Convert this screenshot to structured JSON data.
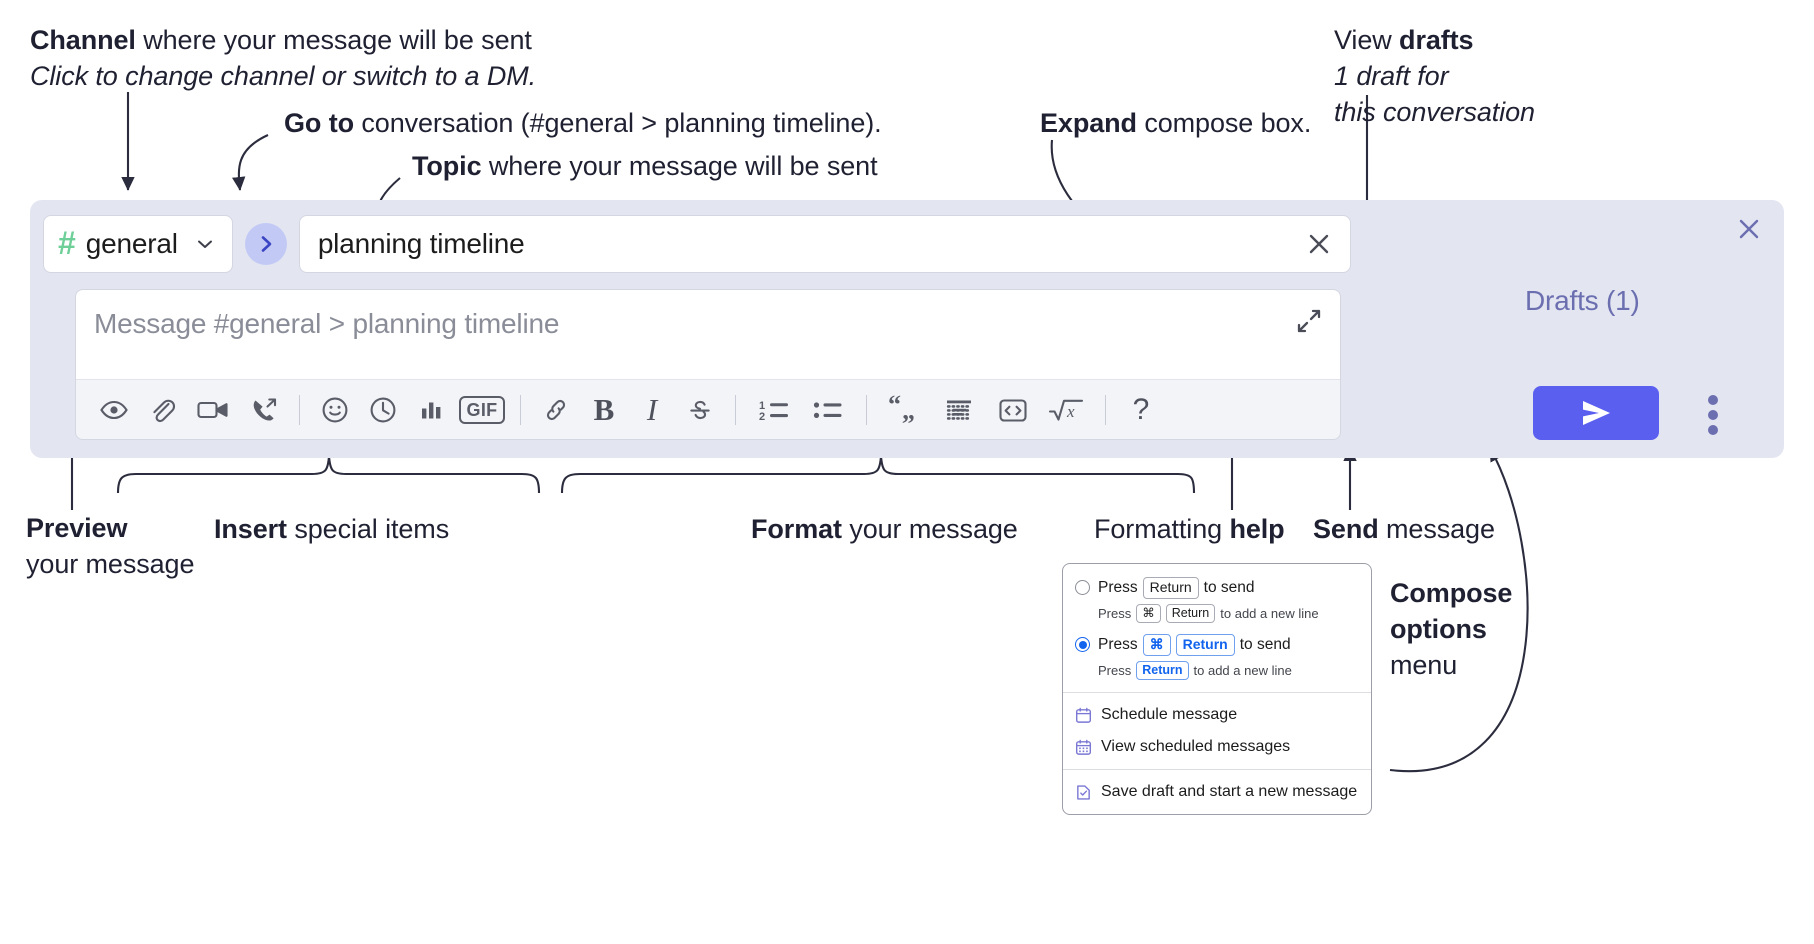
{
  "annotations": {
    "channel": {
      "bold": "Channel",
      "rest": " where your message will be sent",
      "italic": "Click to change channel or switch to a DM."
    },
    "goto": {
      "bold": "Go to",
      "rest": " conversation (#general > planning timeline)."
    },
    "topic": {
      "bold": "Topic",
      "rest": " where your message will be sent"
    },
    "expand": {
      "bold": "Expand",
      "rest": " compose box."
    },
    "drafts": {
      "lead": "View ",
      "bold": "drafts",
      "italic1": "1 draft for",
      "italic2": "this conversation"
    },
    "preview": {
      "bold": "Preview",
      "line2": "your message"
    },
    "insert": {
      "bold": "Insert",
      "rest": " special items"
    },
    "format": {
      "bold": "Format",
      "rest": " your message"
    },
    "help": {
      "lead": "Formatting ",
      "bold": "help"
    },
    "send": {
      "bold": "Send",
      "rest": " message"
    },
    "compose_options": {
      "bold1": "Compose",
      "bold2": "options",
      "rest": "menu"
    }
  },
  "compose": {
    "channel_chip": {
      "hash": "#",
      "name": "general",
      "icon": "hash-icon",
      "chevron": "chevron-down-icon"
    },
    "goto_button": {
      "icon": "chevron-right-icon"
    },
    "topic_input": {
      "value": "planning timeline",
      "clear_icon": "close-icon"
    },
    "message_input": {
      "placeholder": "Message #general > planning timeline",
      "value": "",
      "expand_icon": "expand-diagonal-icon"
    },
    "panel_close_icon": "close-icon",
    "drafts_label": "Drafts (1)",
    "send_button": {
      "icon": "send-paper-plane-icon"
    },
    "options_button": {
      "icon": "kebab-vertical-icon"
    },
    "toolbar": [
      {
        "name": "preview-button",
        "icon": "eye-icon",
        "group": "preview"
      },
      {
        "name": "attach-file-button",
        "icon": "paperclip-icon",
        "group": "insert"
      },
      {
        "name": "video-clip-button",
        "icon": "video-camera-icon",
        "group": "insert"
      },
      {
        "name": "audio-clip-button",
        "icon": "phone-arrow-icon",
        "group": "insert"
      },
      {
        "name": "separator-1",
        "icon": "divider",
        "group": "sep"
      },
      {
        "name": "emoji-button",
        "icon": "smiley-icon",
        "group": "insert"
      },
      {
        "name": "reminder-button",
        "icon": "clock-icon",
        "group": "insert"
      },
      {
        "name": "poll-button",
        "icon": "bar-chart-icon",
        "group": "insert"
      },
      {
        "name": "gif-button",
        "icon": "gif-icon",
        "label": "GIF",
        "group": "insert"
      },
      {
        "name": "separator-2",
        "icon": "divider",
        "group": "sep"
      },
      {
        "name": "link-button",
        "icon": "link-icon",
        "group": "format"
      },
      {
        "name": "bold-button",
        "icon": "bold-icon",
        "label": "B",
        "group": "format"
      },
      {
        "name": "italic-button",
        "icon": "italic-icon",
        "label": "I",
        "group": "format"
      },
      {
        "name": "strikethrough-button",
        "icon": "strikethrough-icon",
        "label": "S",
        "group": "format"
      },
      {
        "name": "separator-3",
        "icon": "divider",
        "group": "sep"
      },
      {
        "name": "ordered-list-button",
        "icon": "ordered-list-icon",
        "group": "format"
      },
      {
        "name": "bulleted-list-button",
        "icon": "bulleted-list-icon",
        "group": "format"
      },
      {
        "name": "separator-4",
        "icon": "divider",
        "group": "sep"
      },
      {
        "name": "blockquote-button",
        "icon": "quote-icon",
        "group": "format"
      },
      {
        "name": "code-block-button",
        "icon": "code-block-icon",
        "group": "format"
      },
      {
        "name": "inline-code-button",
        "icon": "code-brackets-icon",
        "group": "format"
      },
      {
        "name": "math-button",
        "icon": "square-root-x-icon",
        "group": "format"
      },
      {
        "name": "separator-5",
        "icon": "divider",
        "group": "sep"
      },
      {
        "name": "formatting-help-button",
        "icon": "question-mark-icon",
        "label": "?",
        "group": "help"
      }
    ]
  },
  "options_menu": {
    "option_return": {
      "selected": false,
      "press": "Press",
      "key": "Return",
      "suffix": "to send",
      "sub_press": "Press",
      "sub_key1": "⌘",
      "sub_key2": "Return",
      "sub_suffix": "to add a new line"
    },
    "option_cmd_return": {
      "selected": true,
      "press": "Press",
      "key1": "⌘",
      "key2": "Return",
      "suffix": "to send",
      "sub_press": "Press",
      "sub_key": "Return",
      "sub_suffix": "to add a new line"
    },
    "items": [
      {
        "label": "Schedule message",
        "icon": "calendar-clock-icon"
      },
      {
        "label": "View scheduled messages",
        "icon": "calendar-grid-icon"
      },
      {
        "label": "Save draft and start a new message",
        "icon": "document-check-icon"
      }
    ]
  },
  "colors": {
    "panel_bg": "#e3e5f1",
    "accent_send": "#5a5ff0",
    "hash_green": "#6ecf98",
    "drafts_purple": "#6b6fb0",
    "goto_bg": "#c2c9f5",
    "radio_blue": "#1264ee",
    "text_dark": "#1f2132"
  }
}
